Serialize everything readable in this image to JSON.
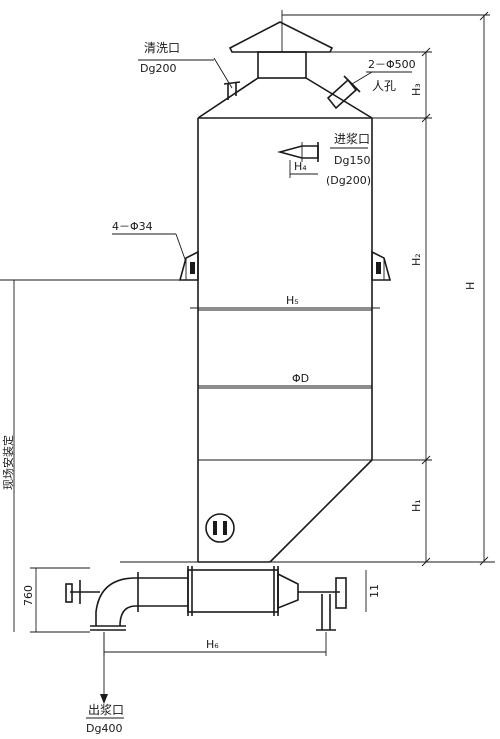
{
  "labels": {
    "wash_port": "清洗口",
    "wash_port_size": "Dg200",
    "manhole_count": "2－Φ500",
    "manhole": "人孔",
    "inlet": "进浆口",
    "inlet_size": "Dg150",
    "inlet_size_alt": "(Dg200)",
    "bolt_holes": "4－Φ34",
    "outlet": "出浆口",
    "outlet_size": "Dg400",
    "site_install": "现场安装定",
    "dim_h": "H",
    "dim_h1": "H₁",
    "dim_h2": "H₂",
    "dim_h3": "H₃",
    "dim_h4": "H₄",
    "dim_h5": "H₅",
    "dim_h6": "H₆",
    "dim_d": "ΦD",
    "dim_760": "760",
    "dim_ii": "11"
  }
}
